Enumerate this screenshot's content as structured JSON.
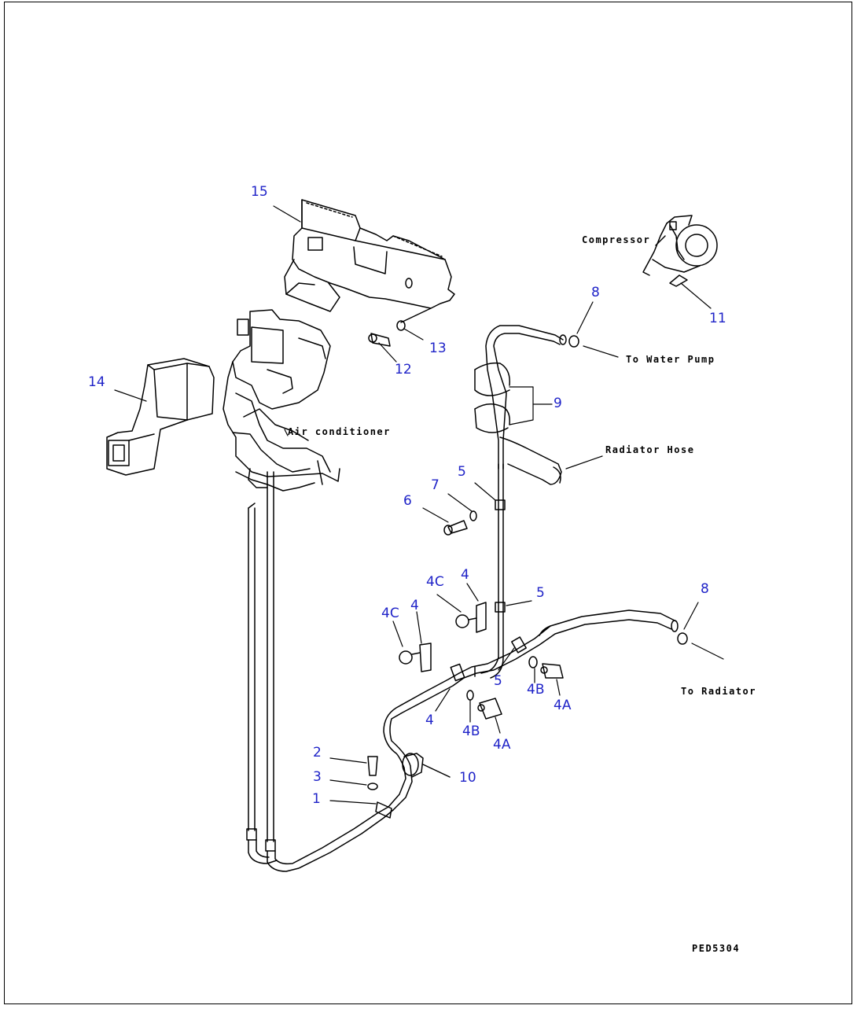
{
  "drawing_code": "PED5304",
  "notes": {
    "compressor": "Compressor",
    "water_pump": "To Water Pump",
    "radiator_hose": "Radiator Hose",
    "air_conditioner": "Air conditioner",
    "radiator": "To Radiator"
  },
  "callouts": [
    "15",
    "11",
    "8",
    "13",
    "12",
    "14",
    "9",
    "5",
    "7",
    "6",
    "4C",
    "4",
    "5",
    "4C",
    "4",
    "8",
    "5",
    "4B",
    "4A",
    "4",
    "4B",
    "4A",
    "2",
    "10",
    "3",
    "1"
  ],
  "colors": {
    "callout": "#1f23c8",
    "line": "#000000",
    "background": "#ffffff"
  }
}
